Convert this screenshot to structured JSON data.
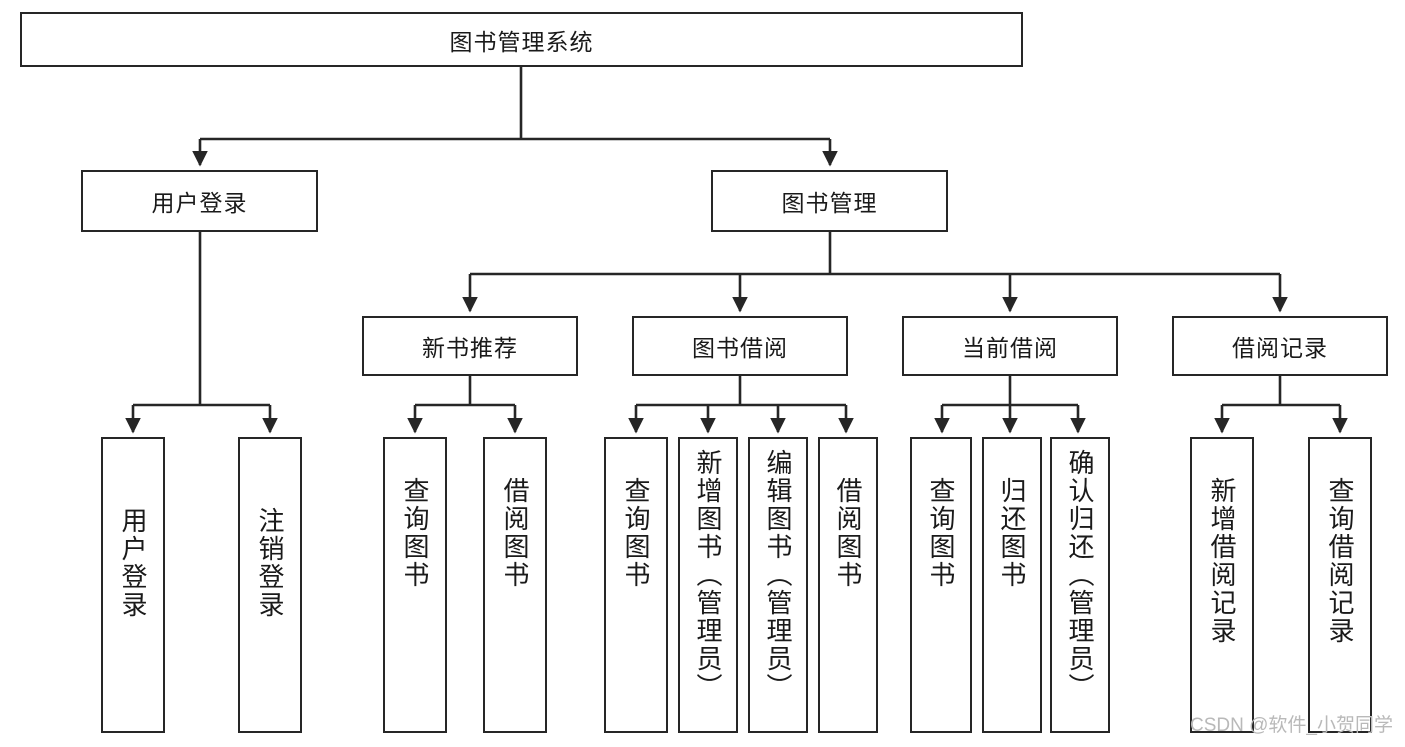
{
  "diagram": {
    "title": "图书管理系统",
    "type": "hierarchical-tree",
    "orientation": "top-down",
    "colors": {
      "box_border": "#262626",
      "box_fill": "#ffffff",
      "connector": "#262626",
      "text": "#1a1a1a",
      "watermark": "#b9b9b9"
    },
    "root": {
      "label": "图书管理系统"
    },
    "level2": [
      {
        "label": "用户登录"
      },
      {
        "label": "图书管理"
      }
    ],
    "level3": [
      {
        "label": "新书推荐"
      },
      {
        "label": "图书借阅"
      },
      {
        "label": "当前借阅"
      },
      {
        "label": "借阅记录"
      }
    ],
    "leaves": {
      "user_login": [
        {
          "label": "用户登录"
        },
        {
          "label": "注销登录"
        }
      ],
      "new_book_recommend": [
        {
          "label": "查询图书"
        },
        {
          "label": "借阅图书"
        }
      ],
      "book_borrow": [
        {
          "label": "查询图书"
        },
        {
          "label": "新增图书（管理员）"
        },
        {
          "label": "编辑图书（管理员）"
        },
        {
          "label": "借阅图书"
        }
      ],
      "current_borrow": [
        {
          "label": "查询图书"
        },
        {
          "label": "归还图书"
        },
        {
          "label": "确认归还（管理员）"
        }
      ],
      "borrow_record": [
        {
          "label": "新增借阅记录"
        },
        {
          "label": "查询借阅记录"
        }
      ]
    }
  },
  "watermark": {
    "text": "CSDN @软件_小贺同学"
  }
}
